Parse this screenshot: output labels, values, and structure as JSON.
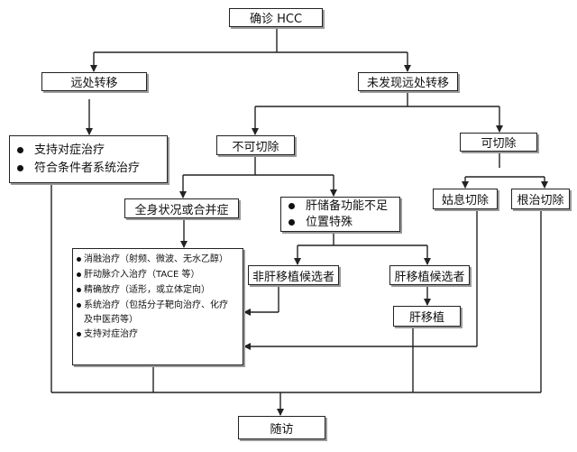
{
  "nodes": {
    "diagnose": "确诊 HCC",
    "distant": "远处转移",
    "no_distant": "未发现远处转移",
    "support_items": [
      "支持对症治疗",
      "符合条件者系统治疗"
    ],
    "unresectable": "不可切除",
    "resectable": "可切除",
    "general": "全身状况或合并症",
    "liver_items": [
      "肝储备功能不足",
      "位置特殊"
    ],
    "palliative": "姑息切除",
    "radical": "根治切除",
    "treatment_items": [
      "消融治疗（射频、微波、无水乙醇）",
      "肝动脉介入治疗（TACE 等）",
      "精确放疗（适形，或立体定向）",
      "系统治疗（包括分子靶向治疗、化疗",
      "支持对症治疗"
    ],
    "treatment_cont": "及中医药等）",
    "non_transplant": "非肝移植候选者",
    "transplant_candidate": "肝移植候选者",
    "transplant": "肝移植",
    "followup": "随访"
  }
}
